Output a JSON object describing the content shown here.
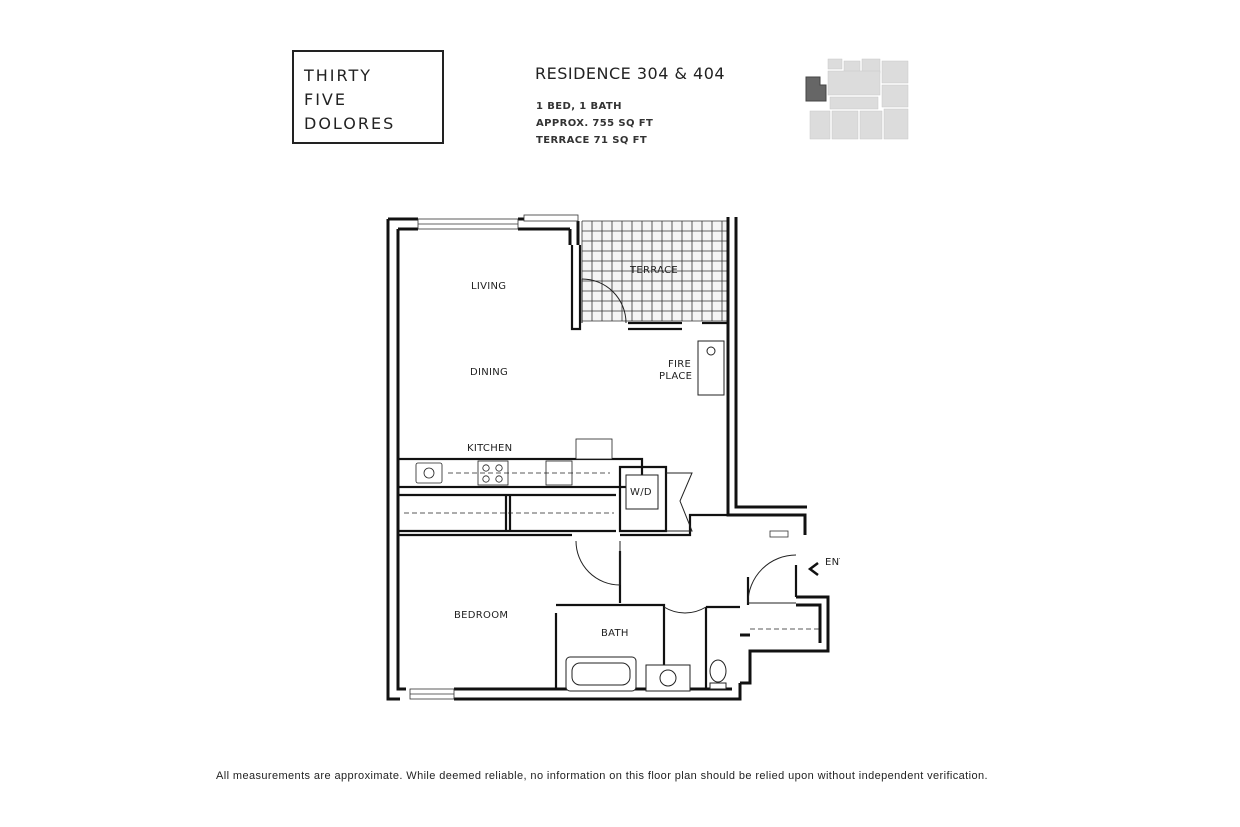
{
  "logo": {
    "lines": [
      "THIRTY",
      "FIVE",
      "DOLORES"
    ]
  },
  "residence": {
    "title": "RESIDENCE 304 & 404",
    "details": [
      "1 BED, 1 BATH",
      "APPROX. 755 SQ FT",
      "TERRACE 71 SQ FT"
    ]
  },
  "keyplan": {
    "highlight_color": "#666666",
    "icon": "building-key-plan"
  },
  "floorplan": {
    "rooms": {
      "living": "LIVING",
      "dining": "DINING",
      "kitchen": "KITCHEN",
      "terrace": "TERRACE",
      "fireplace_1": "FIRE",
      "fireplace_2": "PLACE",
      "wd": "W/D",
      "bedroom": "BEDROOM",
      "bath": "BATH",
      "entry": "ENTRY"
    }
  },
  "disclaimer": "All measurements are approximate. While deemed reliable, no information on this floor plan should be relied upon without independent verification."
}
